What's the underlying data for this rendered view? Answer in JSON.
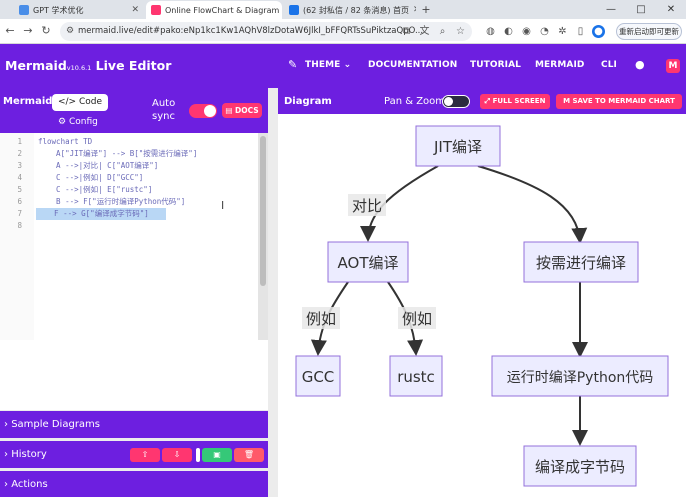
{
  "browser": {
    "tabs": [
      {
        "title": "GPT 学术优化",
        "icon_color": "#4a8ee8"
      },
      {
        "title": "Online FlowChart & Diagram",
        "icon_color": "#ff3670"
      },
      {
        "title": "(62 封私信 / 82 条消息) 首页",
        "icon_color": "#1a73e8"
      }
    ],
    "url": "mermaid.live/edit#pako:eNp1kc1Kw1AQhV8lzDotaW6JlkI_bFFQRTsSuPiktzaQpO...",
    "update_label": "重新启动即可更新",
    "win_controls": [
      "—",
      "□",
      "✕"
    ],
    "nav_icons": [
      "←",
      "→",
      "↻",
      "⌂"
    ]
  },
  "header": {
    "brand": "Mermaid",
    "version": "v10.6.1",
    "product": "Live Editor",
    "nav": [
      "THEME",
      "DOCUMENTATION",
      "TUTORIAL",
      "MERMAID",
      "CLI"
    ],
    "logo_letter": "M"
  },
  "editor_panel": {
    "title": "Mermaid",
    "tab_code": "</> Code",
    "tab_config": "Config",
    "auto_sync": "Auto sync",
    "docs": "DOCS",
    "code_lines": [
      "flowchart TD",
      "    A[\"JIT编译\"] --> B[\"按需进行编译\"]",
      "    A -->|对比| C[\"AOT编译\"]",
      "    C -->|例如| D[\"GCC\"]",
      "    C -->|例如| E[\"rustc\"]",
      "    B --> F[\"运行时编译Python代码\"]",
      "    F --> G[\"编译成字节码\"]",
      ""
    ],
    "line_numbers": [
      "1",
      "2",
      "3",
      "4",
      "5",
      "6",
      "7",
      "8"
    ],
    "sections": [
      "Sample Diagrams",
      "History",
      "Actions"
    ]
  },
  "diagram_panel": {
    "title": "Diagram",
    "pan_zoom": "Pan & Zoom",
    "full_screen": "FULL SCREEN",
    "save": "SAVE TO MERMAID CHART"
  },
  "flowchart": {
    "nodes": {
      "A": "JIT编译",
      "B": "按需进行编译",
      "C": "AOT编译",
      "D": "GCC",
      "E": "rustc",
      "F": "运行时编译Python代码",
      "G": "编译成字节码"
    },
    "edge_labels": {
      "compare": "对比",
      "example1": "例如",
      "example2": "例如"
    }
  },
  "colors": {
    "purple": "#6d1fe0",
    "pink": "#ff3670",
    "node_fill": "#ececff",
    "node_stroke": "#9370db"
  }
}
